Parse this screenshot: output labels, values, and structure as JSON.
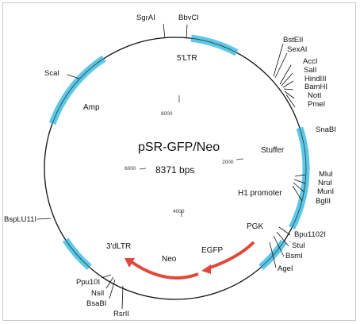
{
  "plasmid": {
    "name": "pSR-GFP/Neo",
    "size": "8371 bps"
  },
  "colors": {
    "segment": "#5bc8e8",
    "arrow": "#e0483a",
    "line": "#111111"
  },
  "ticks": [
    {
      "label": "8000"
    },
    {
      "label": "2000"
    },
    {
      "label": "6000"
    },
    {
      "label": "4000"
    }
  ],
  "features": [
    {
      "label": "5'LTR"
    },
    {
      "label": "Stuffer"
    },
    {
      "label": "H1 promoter"
    },
    {
      "label": "PGK"
    },
    {
      "label": "EGFP"
    },
    {
      "label": "Neo"
    },
    {
      "label": "3'dLTR"
    },
    {
      "label": "Amp"
    }
  ],
  "sites": [
    {
      "label": "SgrAI"
    },
    {
      "label": "BbvCI"
    },
    {
      "label": "BstEII"
    },
    {
      "label": "SexAI"
    },
    {
      "label": "AccI"
    },
    {
      "label": "SalI"
    },
    {
      "label": "HindIII"
    },
    {
      "label": "BamHI"
    },
    {
      "label": "NotI"
    },
    {
      "label": "PmeI"
    },
    {
      "label": "SnaBI"
    },
    {
      "label": "MluI"
    },
    {
      "label": "NruI"
    },
    {
      "label": "MunI"
    },
    {
      "label": "BglII"
    },
    {
      "label": "Bpu1102I"
    },
    {
      "label": "StuI"
    },
    {
      "label": "BsmI"
    },
    {
      "label": "AgeI"
    },
    {
      "label": "RsrII"
    },
    {
      "label": "BsaBI"
    },
    {
      "label": "NsiI"
    },
    {
      "label": "Ppu10I"
    },
    {
      "label": "BspLU11I"
    },
    {
      "label": "ScaI"
    }
  ]
}
